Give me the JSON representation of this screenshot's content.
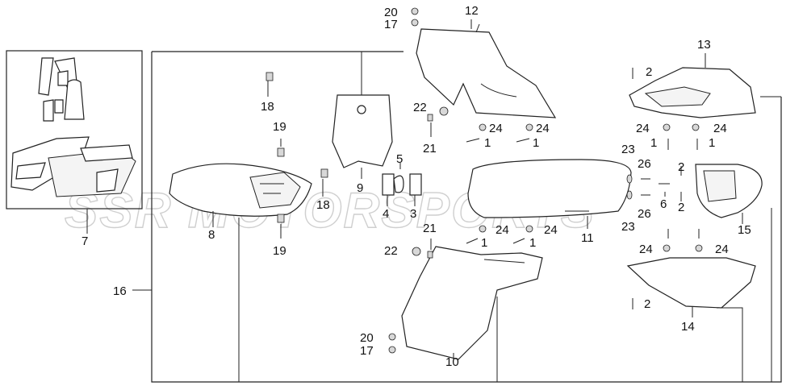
{
  "watermark": "SSR MOTORSPORTS",
  "callouts": {
    "c1a": "1",
    "c1b": "1",
    "c1c": "1",
    "c1d": "1",
    "c1e": "1",
    "c1f": "1",
    "c2a": "2",
    "c2b": "2",
    "c2c": "2",
    "c2d": "2",
    "c3": "3",
    "c4": "4",
    "c5": "5",
    "c6": "6",
    "c7": "7",
    "c8": "8",
    "c9": "9",
    "c10": "10",
    "c11": "11",
    "c12": "12",
    "c13": "13",
    "c14": "14",
    "c15": "15",
    "c16": "16",
    "c17a": "17",
    "c17b": "17",
    "c18a": "18",
    "c18b": "18",
    "c19a": "19",
    "c19b": "19",
    "c20a": "20",
    "c20b": "20",
    "c21a": "21",
    "c21b": "21",
    "c22a": "22",
    "c22b": "22",
    "c23a": "23",
    "c23b": "23",
    "c24a": "24",
    "c24b": "24",
    "c24c": "24",
    "c24d": "24",
    "c24e": "24",
    "c24f": "24",
    "c24g": "24",
    "c24h": "24",
    "c26a": "26",
    "c26b": "26"
  }
}
